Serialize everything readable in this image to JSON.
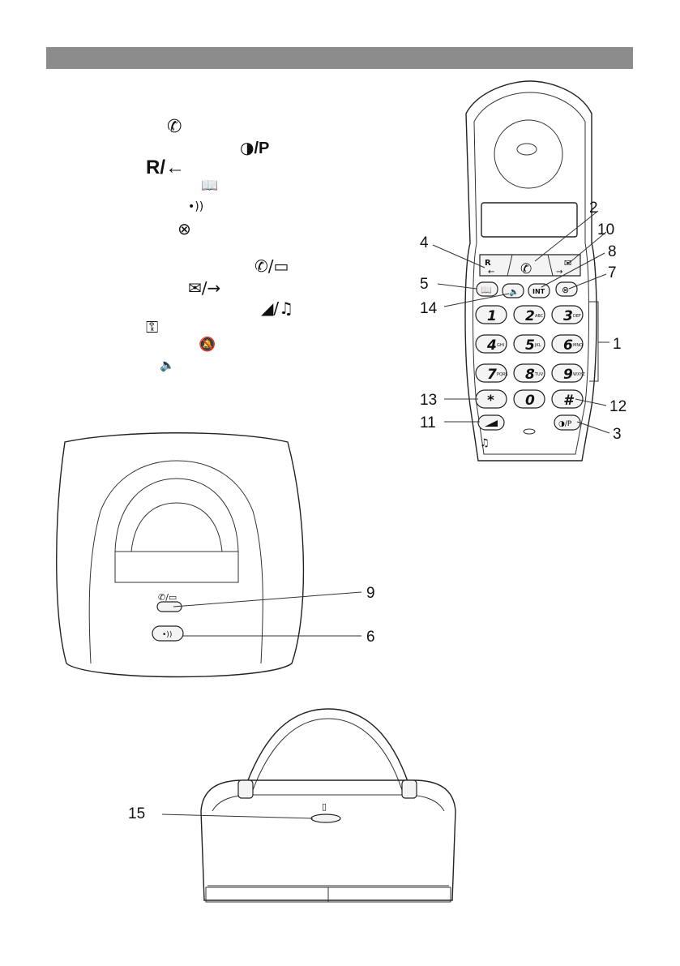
{
  "legend_symbols": [
    {
      "name": "talk-icon",
      "glyph": "✆",
      "text": ""
    },
    {
      "name": "power-program-icon",
      "glyph": "◑",
      "text": "/P"
    },
    {
      "name": "recall-back-icon",
      "glyph": "",
      "text": "R/←"
    },
    {
      "name": "phonebook-icon",
      "glyph": "📖",
      "text": ""
    },
    {
      "name": "page-icon",
      "glyph": "•))",
      "text": ""
    },
    {
      "name": "intercom-mute-icon",
      "glyph": "⊗",
      "text": ""
    },
    {
      "name": "talk-battery-icon",
      "glyph": "✆",
      "text": "/▭"
    },
    {
      "name": "message-forward-icon",
      "glyph": "✉",
      "text": "/→"
    },
    {
      "name": "volume-melody-icon",
      "glyph": "◢",
      "text": "/♫"
    },
    {
      "name": "key-lock-icon",
      "glyph": "⚿",
      "text": ""
    },
    {
      "name": "ringer-off-icon",
      "glyph": "🔕",
      "text": ""
    },
    {
      "name": "speaker-icon",
      "glyph": "🔈",
      "text": ""
    }
  ],
  "callouts": {
    "n1": "1",
    "n2": "2",
    "n3": "3",
    "n4": "4",
    "n5": "5",
    "n6": "6",
    "n7": "7",
    "n8": "8",
    "n9": "9",
    "n10": "10",
    "n11": "11",
    "n12": "12",
    "n13": "13",
    "n14": "14",
    "n15": "15"
  },
  "keypad": {
    "keys": [
      "1",
      "2",
      "3",
      "4",
      "5",
      "6",
      "7",
      "8",
      "9",
      "*",
      "0",
      "#"
    ],
    "subs": [
      "",
      "ABC",
      "DEF",
      "GHI",
      "JKL",
      "MNO",
      "PQRS",
      "TUV",
      "WXYZ",
      "",
      "",
      ""
    ],
    "int_label": "INT",
    "recall_label": "R"
  }
}
